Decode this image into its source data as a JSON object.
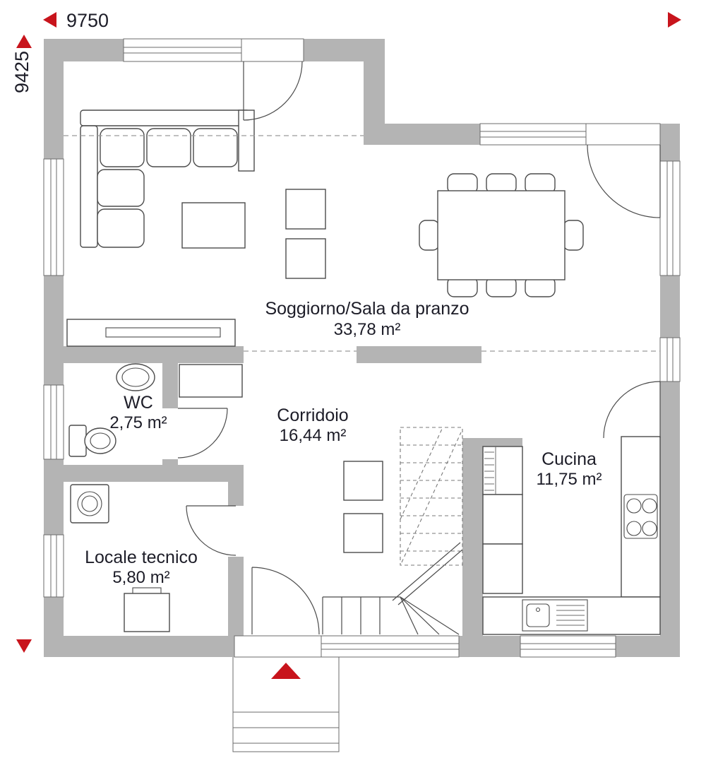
{
  "plan": {
    "dimensions": {
      "width": "9750",
      "height": "9425"
    },
    "rooms": {
      "living": {
        "name": "Soggiorno/Sala da pranzo",
        "area": "33,78 m²"
      },
      "wc": {
        "name": "WC",
        "area": "2,75 m²"
      },
      "corridor": {
        "name": "Corridoio",
        "area": "16,44 m²"
      },
      "kitchen": {
        "name": "Cucina",
        "area": "11,75 m²"
      },
      "technical": {
        "name": "Locale tecnico",
        "area": "5,80 m²"
      }
    }
  },
  "colors": {
    "wall": "#b4b4b4",
    "accent": "#c8141c",
    "line": "#4b4b4b",
    "thin": "#6b6b6b",
    "dash": "#9b9b9b",
    "text": "#1d1d28",
    "bg": "#ffffff"
  },
  "icons": {
    "dimension_arrow_left": "triangle-left",
    "dimension_arrow_right": "triangle-right",
    "dimension_arrow_up": "triangle-up",
    "dimension_arrow_down": "triangle-down",
    "entrance_arrow": "triangle-up"
  }
}
